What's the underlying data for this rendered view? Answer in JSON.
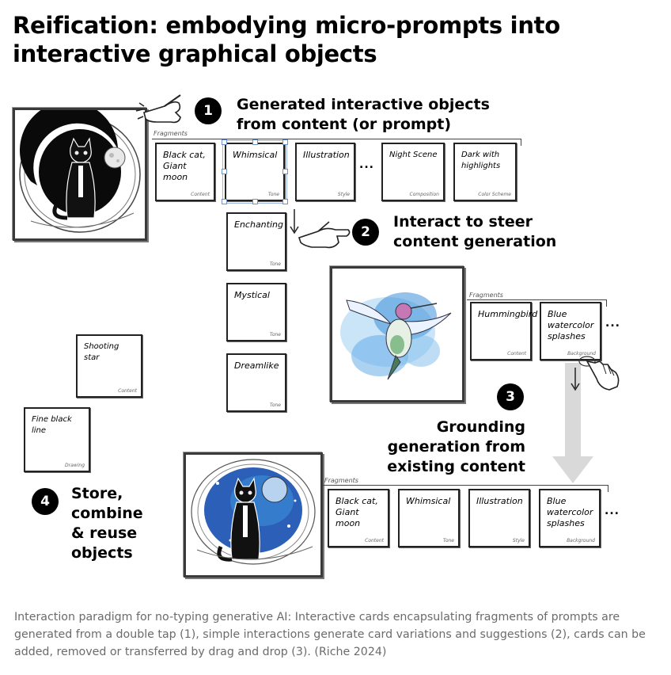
{
  "title": "Reification: embodying micro-prompts into interactive graphical objects",
  "fragments_label": "Fragments",
  "more_dots": "...",
  "steps": [
    {
      "number": "1",
      "text": "Generated interactive objects from content (or prompt)"
    },
    {
      "number": "2",
      "text": "Interact to steer content generation"
    },
    {
      "number": "3",
      "text": "Grounding generation from existing content"
    },
    {
      "number": "4",
      "text": "Store, combine & reuse objects"
    }
  ],
  "row1_cards": [
    {
      "text": "Black cat, Giant moon",
      "category": "Content"
    },
    {
      "text": "Whimsical",
      "category": "Tone"
    },
    {
      "text": "Illustration",
      "category": "Style"
    },
    {
      "text": "Night Scene",
      "category": "Composition"
    },
    {
      "text": "Dark with highlights",
      "category": "Color Scheme"
    }
  ],
  "variation_cards": [
    {
      "text": "Enchanting",
      "category": "Tone"
    },
    {
      "text": "Mystical",
      "category": "Tone"
    },
    {
      "text": "Dreamlike",
      "category": "Tone"
    }
  ],
  "hummingbird_cards": [
    {
      "text": "Hummingbird",
      "category": "Content"
    },
    {
      "text": "Blue watercolor splashes",
      "category": "Background"
    }
  ],
  "stored_cards": [
    {
      "text": "Shooting star",
      "category": "Content"
    },
    {
      "text": "Fine black line",
      "category": "Drawing"
    }
  ],
  "row3_cards": [
    {
      "text": "Black cat, Giant moon",
      "category": "Content"
    },
    {
      "text": "Whimsical",
      "category": "Tone"
    },
    {
      "text": "Illustration",
      "category": "Style"
    },
    {
      "text": "Blue watercolor splashes",
      "category": "Background"
    }
  ],
  "caption": "Interaction paradigm for no-typing generative AI: Interactive cards encapsulating fragments of prompts are generated from a double tap (1), simple interactions generate card variations and suggestions (2), cards can be added, removed or transferred by drag and drop (3). (Riche 2024)",
  "colors": {
    "caption": "#6b6b6b",
    "watercolor_blue": "#3d8fd8",
    "arrow_gray": "#d9d9d9"
  }
}
